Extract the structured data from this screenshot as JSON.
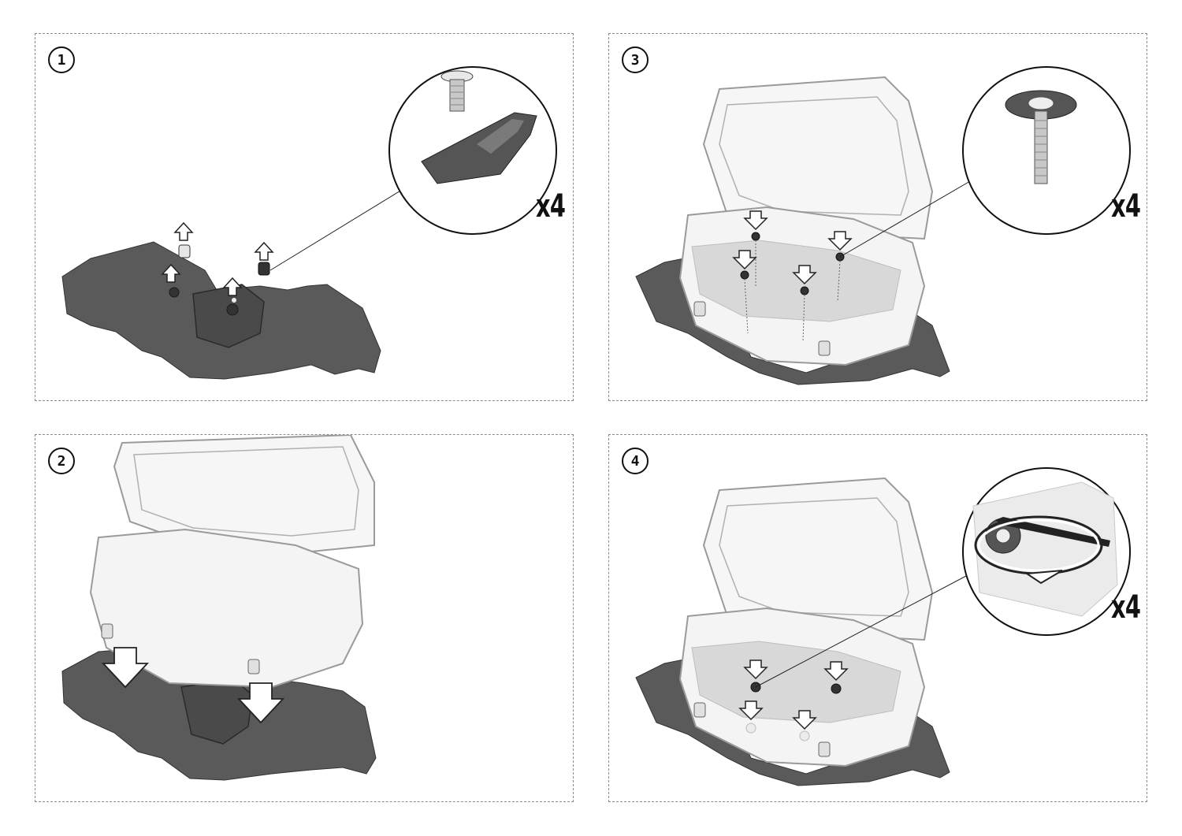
{
  "panels": [
    {
      "step": "1",
      "quantity": "x4",
      "callout_part": "screw-and-rubber-spacer"
    },
    {
      "step": "3",
      "quantity": "x4",
      "callout_part": "screw-with-washer"
    },
    {
      "step": "2"
    },
    {
      "step": "4",
      "quantity": "x4",
      "callout_part": "hex-key-tightening"
    }
  ],
  "colors": {
    "base_plate": "#5a5a5a",
    "case_outline": "#9a9a9a",
    "case_fill": "#f4f4f4",
    "arrow_fill": "#ffffff",
    "panel_border": "#8a8a8a"
  },
  "icons": [
    "arrow-up-icon",
    "arrow-down-icon",
    "rotate-arrow-icon",
    "screw-icon",
    "washer-icon",
    "hex-key-icon"
  ]
}
